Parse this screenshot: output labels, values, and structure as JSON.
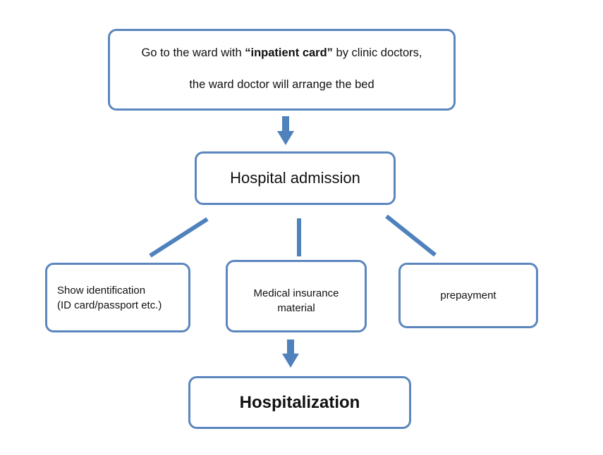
{
  "top_box": {
    "line1_before": "Go to the ward with ",
    "line1_bold": "“inpatient card”",
    "line1_after": " by clinic doctors,",
    "line2": "the ward doctor will arrange the bed"
  },
  "admission_box": {
    "label": "Hospital admission"
  },
  "identification_box": {
    "line1": "Show identification",
    "line2": "(ID card/passport etc.)"
  },
  "insurance_box": {
    "line1": "Medical insurance",
    "line2": "material"
  },
  "prepayment_box": {
    "label": "prepayment"
  },
  "hospitalization_box": {
    "label": "Hospitalization"
  },
  "colors": {
    "border": "#5b86be",
    "connector": "#4f81bd"
  }
}
